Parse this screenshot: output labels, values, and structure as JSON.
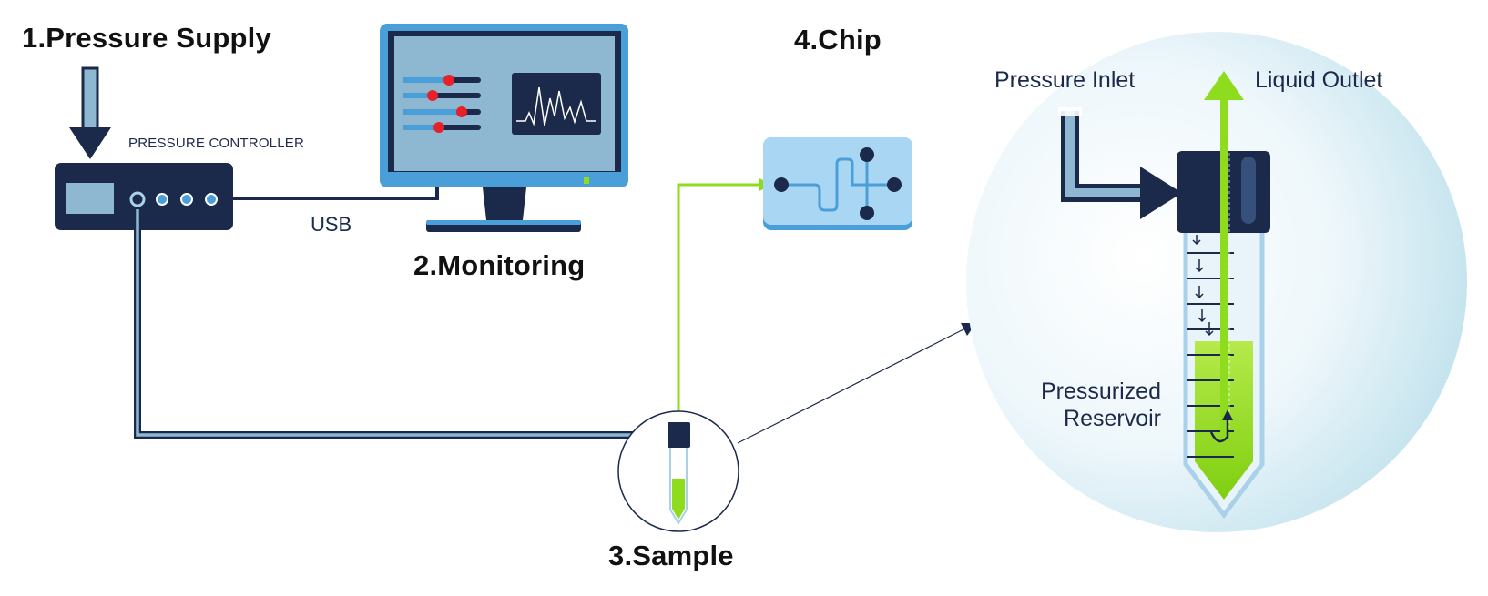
{
  "labels": {
    "step1": "1.Pressure Supply",
    "step2": "2.Monitoring",
    "step3": "3.Sample",
    "step4": "4.Chip",
    "controller": "PRESSURE CONTROLLER",
    "usb": "USB",
    "pressure_inlet": "Pressure Inlet",
    "liquid_outlet": "Liquid Outlet",
    "reservoir_line1": "Pressurized",
    "reservoir_line2": "Reservoir"
  },
  "colors": {
    "navy": "#1b2a4a",
    "light_blue": "#8eb7d2",
    "screen_blue": "#4a9fd8",
    "liquid_green": "#8fdc1e",
    "marker_red": "#e8202a",
    "chip_blue": "#a9d6f2"
  }
}
